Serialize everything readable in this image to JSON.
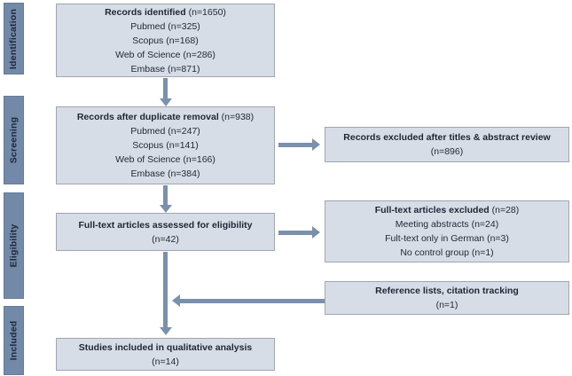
{
  "palette": {
    "bar_fill": "#7289a8",
    "bar_border": "#647c9c",
    "bar_text": "#1c2637",
    "box_fill": "#d7dde7",
    "box_border": "#a0a6ae",
    "box_text": "#1f2633",
    "arrow": "#7b90ad",
    "background": "#ffffff"
  },
  "sidebar": {
    "labels": [
      "Identification",
      "Screening",
      "Eligibility",
      "Included"
    ]
  },
  "boxes": {
    "records_identified": {
      "title_bold": "Records identified",
      "title_rest": " (n=1650)",
      "lines": [
        "Pubmed (n=325)",
        "Scopus (n=168)",
        "Web of Science (n=286)",
        "Embase (n=871)"
      ]
    },
    "duplicate_removal": {
      "title_bold": "Records after duplicate removal",
      "title_rest": " (n=938)",
      "lines": [
        "Pubmed (n=247)",
        "Scopus (n=141)",
        "Web of Science (n=166)",
        "Embase (n=384)"
      ]
    },
    "fulltext_assessed": {
      "title_bold": "Full-text articles assessed for eligibility",
      "title_rest": "",
      "lines": [
        "(n=42)"
      ]
    },
    "studies_included": {
      "title_bold": "Studies included in qualitative analysis",
      "title_rest": "",
      "lines": [
        "(n=14)"
      ]
    },
    "records_excluded": {
      "title_bold": "Records excluded after titles & abstract review",
      "title_rest": "",
      "lines": [
        "(n=896)"
      ]
    },
    "fulltext_excluded": {
      "title_bold": "Full-text articles excluded",
      "title_rest": " (n=28)",
      "lines": [
        "Meeting abstracts (n=24)",
        "Fult-text only in German (n=3)",
        "No control group (n=1)"
      ]
    },
    "reference_lists": {
      "title_bold": "Reference lists, citation tracking",
      "title_rest": "",
      "lines": [
        "(n=1)"
      ]
    }
  }
}
